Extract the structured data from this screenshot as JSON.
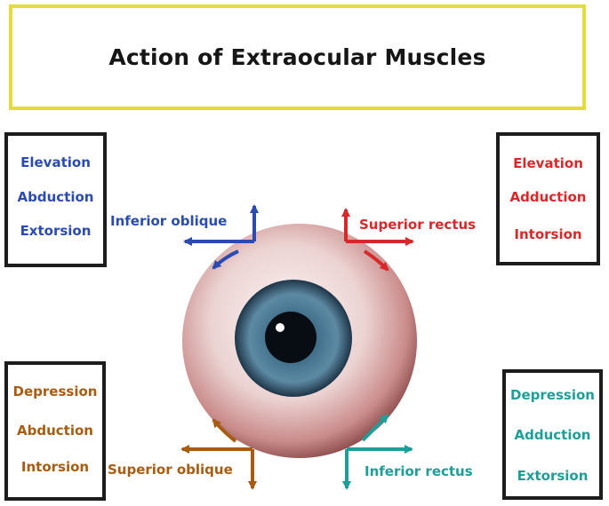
{
  "title": "Action of Extraocular Muscles",
  "colors": {
    "inferior_oblique": "#2b4bb0",
    "superior_rectus": "#d8282a",
    "superior_oblique": "#a85c12",
    "inferior_rectus": "#1f9e98",
    "title_border": "#e3dc3a"
  },
  "muscles": {
    "inferior_oblique": {
      "name": "Inferior oblique",
      "actions": [
        "Elevation",
        "Abduction",
        "Extorsion"
      ]
    },
    "superior_rectus": {
      "name": "Superior rectus",
      "actions": [
        "Elevation",
        "Adduction",
        "Intorsion"
      ]
    },
    "superior_oblique": {
      "name": "Superior oblique",
      "actions": [
        "Depression",
        "Abduction",
        "Intorsion"
      ]
    },
    "inferior_rectus": {
      "name": "Inferior rectus",
      "actions": [
        "Depression",
        "Adduction",
        "Extorsion"
      ]
    }
  }
}
